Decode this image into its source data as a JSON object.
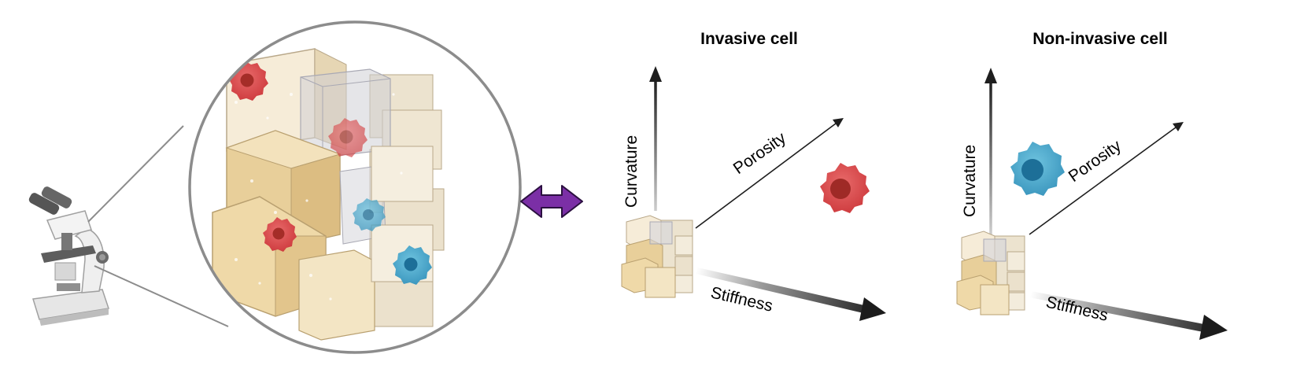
{
  "panels": [
    {
      "title": "Invasive cell",
      "axes": {
        "y": "Curvature",
        "diagonal": "Porosity",
        "x": "Stiffness"
      },
      "cell": {
        "state": "invasive",
        "color": "#d9484a",
        "nucleus": "#9f2a26"
      }
    },
    {
      "title": "Non-invasive cell",
      "axes": {
        "y": "Curvature",
        "diagonal": "Porosity",
        "x": "Stiffness"
      },
      "cell": {
        "state": "non-invasive",
        "color": "#4aa8c9",
        "nucleus": "#1d6f98"
      }
    }
  ],
  "icons": {
    "instrument": "microscope-icon",
    "relation": "double-arrow-icon",
    "scaffold": "porous-scaffold-icon"
  },
  "colors": {
    "scaffold": "#f1dfb6",
    "scaffold_dark": "#dcc38b",
    "double_arrow": "#7b2fa6",
    "lens_ring": "#8c8c8c",
    "axis": "#1e1e1e"
  }
}
